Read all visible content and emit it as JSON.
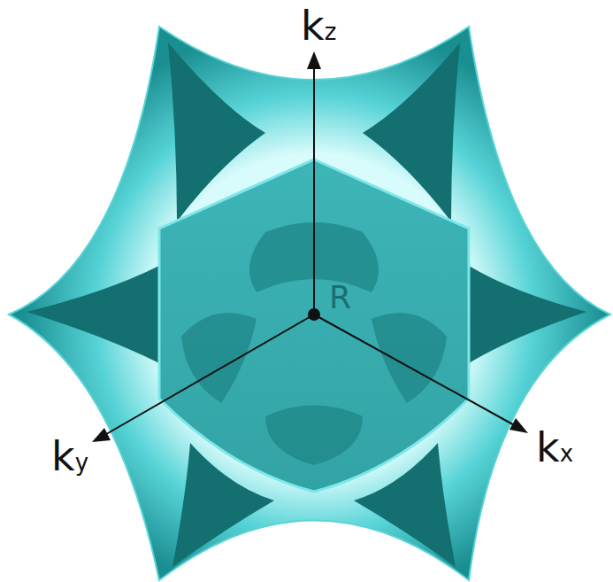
{
  "diagram": {
    "labels": [
      "kz",
      "ky",
      "kx",
      "R"
    ]
  }
}
